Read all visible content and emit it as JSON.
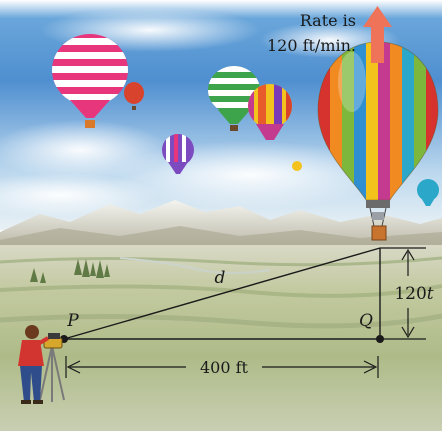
{
  "rate_text": {
    "line1": "Rate is",
    "line2": "120 ft/min."
  },
  "labels": {
    "d": "d",
    "P": "P",
    "Q": "Q",
    "height_coef": "120",
    "height_var": "t",
    "distance": "400 ft"
  },
  "colors": {
    "sky_top": "#2a6fb8",
    "sky_light": "#cfe4f3",
    "arrow": "#ef7358",
    "ground": "#b7c49a",
    "ground_dark": "#7f9a63",
    "line": "#1a1a1a"
  },
  "icons": {
    "arrow": "up-arrow-icon",
    "surveyor": "surveyor-icon",
    "main_balloon": "hot-air-balloon-icon"
  }
}
